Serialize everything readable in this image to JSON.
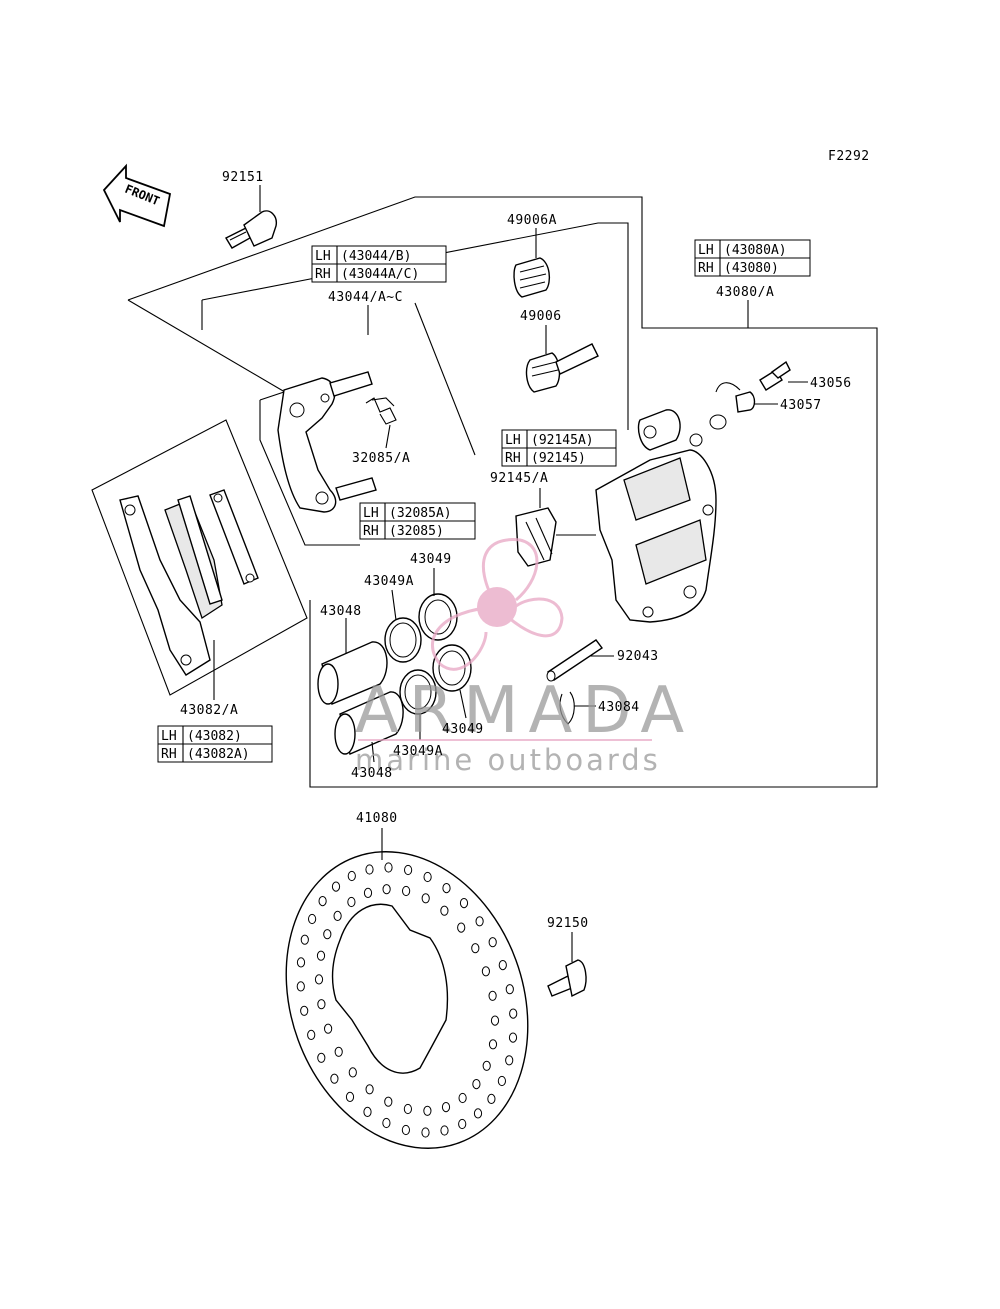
{
  "diagram_code": "F2292",
  "front_label": "FRONT",
  "parts": {
    "p92151": "92151",
    "p49006A": "49006A",
    "p43044": "43044/A~C",
    "p49006": "49006",
    "p32085": "32085/A",
    "p43080": "43080/A",
    "p43056": "43056",
    "p43057": "43057",
    "p92145": "92145/A",
    "p43049_top": "43049",
    "p43049A_top": "43049A",
    "p43048_top": "43048",
    "p92043": "92043",
    "p43084": "43084",
    "p43049_bot": "43049",
    "p43049A_bot": "43049A",
    "p43048_bot": "43048",
    "p43082": "43082/A",
    "p41080": "41080",
    "p92150": "92150"
  },
  "tables": {
    "t43044": [
      {
        "side": "LH",
        "part": "(43044/B)"
      },
      {
        "side": "RH",
        "part": "(43044A/C)"
      }
    ],
    "t43080": [
      {
        "side": "LH",
        "part": "(43080A)"
      },
      {
        "side": "RH",
        "part": "(43080)"
      }
    ],
    "t92145": [
      {
        "side": "LH",
        "part": "(92145A)"
      },
      {
        "side": "RH",
        "part": "(92145)"
      }
    ],
    "t32085": [
      {
        "side": "LH",
        "part": "(32085A)"
      },
      {
        "side": "RH",
        "part": "(32085)"
      }
    ],
    "t43082": [
      {
        "side": "LH",
        "part": "(43082)"
      },
      {
        "side": "RH",
        "part": "(43082A)"
      }
    ]
  },
  "watermark": {
    "brand": "ARMADA",
    "tagline": "marine outboards",
    "accent_color": "#e8a6c4"
  }
}
